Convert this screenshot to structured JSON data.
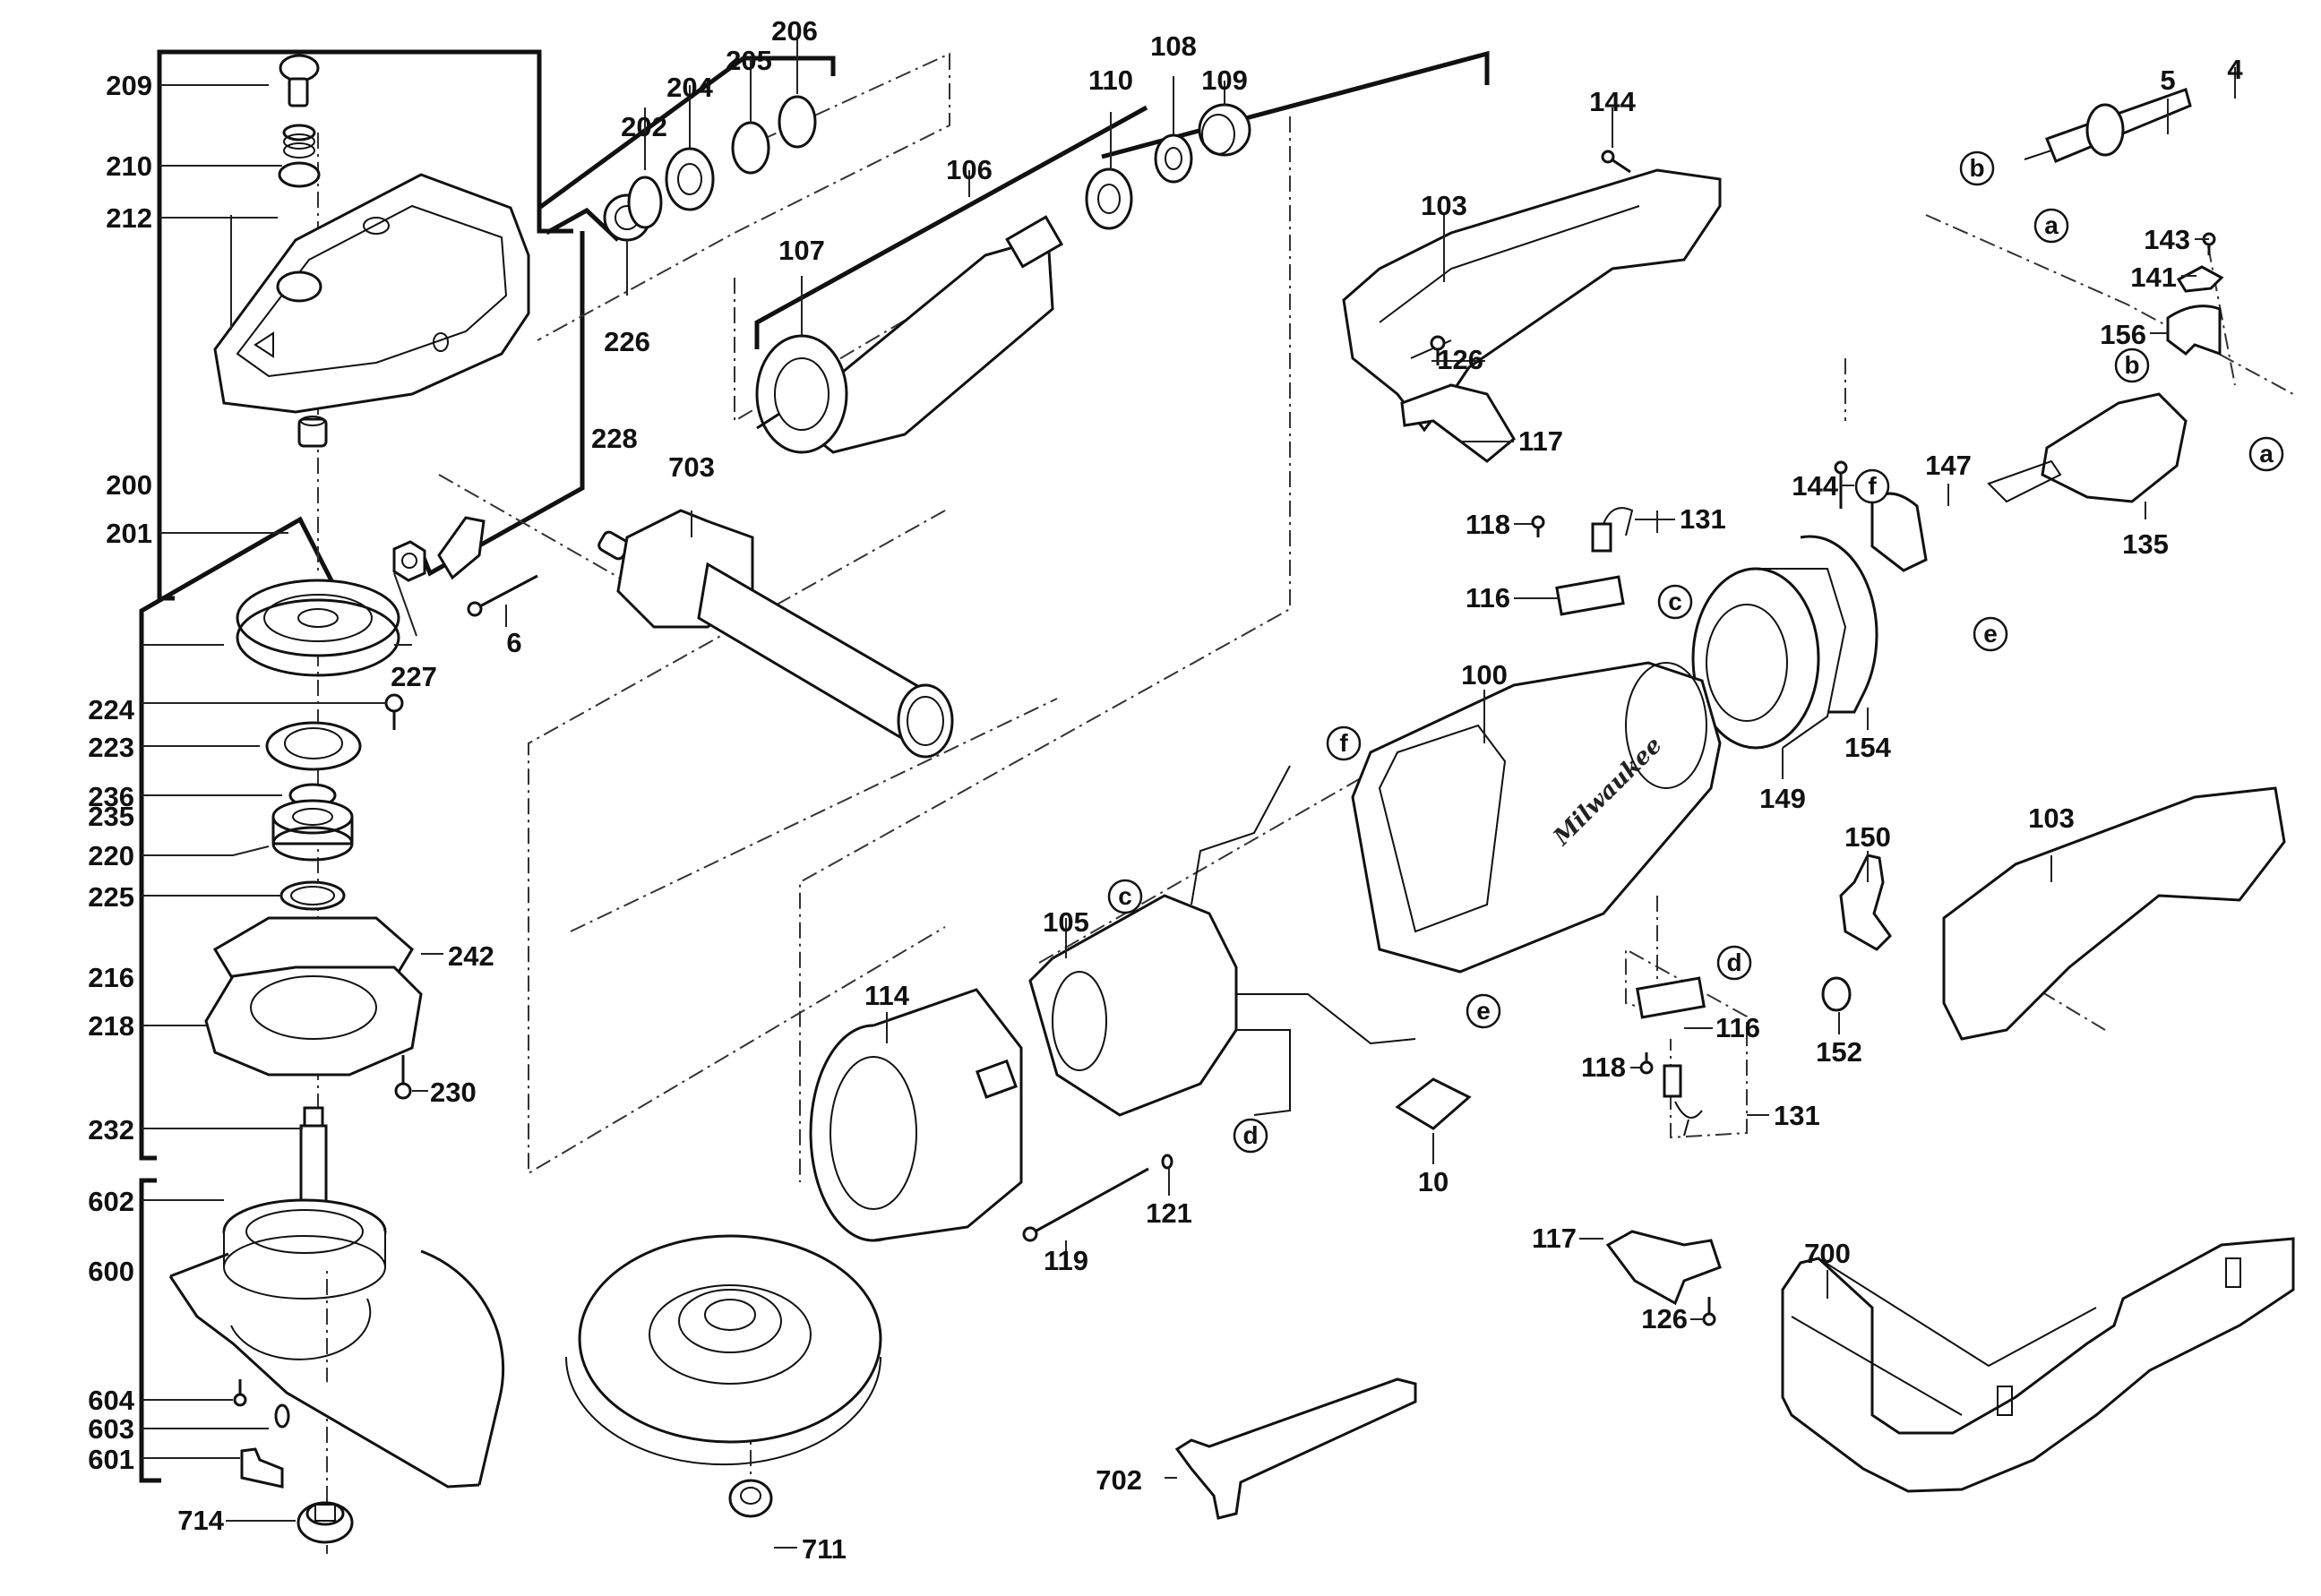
{
  "document": {
    "type": "exploded parts diagram",
    "subject": "angle grinder",
    "brand_mark": "Milwaukee"
  },
  "labels": [
    {
      "id": "209",
      "text": "209"
    },
    {
      "id": "210",
      "text": "210"
    },
    {
      "id": "212",
      "text": "212"
    },
    {
      "id": "200",
      "text": "200"
    },
    {
      "id": "201",
      "text": "201"
    },
    {
      "id": "202",
      "text": "202"
    },
    {
      "id": "204",
      "text": "204"
    },
    {
      "id": "205",
      "text": "205"
    },
    {
      "id": "206",
      "text": "206"
    },
    {
      "id": "226",
      "text": "226"
    },
    {
      "id": "228",
      "text": "228"
    },
    {
      "id": "227",
      "text": "227"
    },
    {
      "id": "6",
      "text": "6"
    },
    {
      "id": "224",
      "text": "224"
    },
    {
      "id": "223",
      "text": "223"
    },
    {
      "id": "236",
      "text": "236"
    },
    {
      "id": "235",
      "text": "235"
    },
    {
      "id": "220",
      "text": "220"
    },
    {
      "id": "225",
      "text": "225"
    },
    {
      "id": "242",
      "text": "242"
    },
    {
      "id": "216",
      "text": "216"
    },
    {
      "id": "218",
      "text": "218"
    },
    {
      "id": "230",
      "text": "230"
    },
    {
      "id": "232",
      "text": "232"
    },
    {
      "id": "602",
      "text": "602"
    },
    {
      "id": "600",
      "text": "600"
    },
    {
      "id": "604",
      "text": "604"
    },
    {
      "id": "603",
      "text": "603"
    },
    {
      "id": "601",
      "text": "601"
    },
    {
      "id": "714",
      "text": "714"
    },
    {
      "id": "711",
      "text": "711"
    },
    {
      "id": "703",
      "text": "703"
    },
    {
      "id": "106",
      "text": "106"
    },
    {
      "id": "107",
      "text": "107"
    },
    {
      "id": "110",
      "text": "110"
    },
    {
      "id": "108",
      "text": "108"
    },
    {
      "id": "109",
      "text": "109"
    },
    {
      "id": "144a",
      "text": "144"
    },
    {
      "id": "103a",
      "text": "103"
    },
    {
      "id": "126a",
      "text": "126"
    },
    {
      "id": "117a",
      "text": "117"
    },
    {
      "id": "118a",
      "text": "118"
    },
    {
      "id": "131a",
      "text": "131"
    },
    {
      "id": "116a",
      "text": "116"
    },
    {
      "id": "144b",
      "text": "144"
    },
    {
      "id": "147",
      "text": "147"
    },
    {
      "id": "135",
      "text": "135"
    },
    {
      "id": "5",
      "text": "5"
    },
    {
      "id": "4",
      "text": "4"
    },
    {
      "id": "143",
      "text": "143"
    },
    {
      "id": "141",
      "text": "141"
    },
    {
      "id": "156",
      "text": "156"
    },
    {
      "id": "100",
      "text": "100"
    },
    {
      "id": "149",
      "text": "149"
    },
    {
      "id": "154",
      "text": "154"
    },
    {
      "id": "150",
      "text": "150"
    },
    {
      "id": "103b",
      "text": "103"
    },
    {
      "id": "152",
      "text": "152"
    },
    {
      "id": "116b",
      "text": "116"
    },
    {
      "id": "118b",
      "text": "118"
    },
    {
      "id": "131b",
      "text": "131"
    },
    {
      "id": "10",
      "text": "10"
    },
    {
      "id": "105",
      "text": "105"
    },
    {
      "id": "114",
      "text": "114"
    },
    {
      "id": "119",
      "text": "119"
    },
    {
      "id": "121",
      "text": "121"
    },
    {
      "id": "117b",
      "text": "117"
    },
    {
      "id": "126b",
      "text": "126"
    },
    {
      "id": "700",
      "text": "700"
    },
    {
      "id": "702",
      "text": "702"
    }
  ],
  "connectors": [
    {
      "id": "b1",
      "text": "b"
    },
    {
      "id": "a1",
      "text": "a"
    },
    {
      "id": "b2",
      "text": "b"
    },
    {
      "id": "a2",
      "text": "a"
    },
    {
      "id": "f1",
      "text": "f"
    },
    {
      "id": "c1",
      "text": "c"
    },
    {
      "id": "e1",
      "text": "e"
    },
    {
      "id": "f2",
      "text": "f"
    },
    {
      "id": "c2",
      "text": "c"
    },
    {
      "id": "e2",
      "text": "e"
    },
    {
      "id": "d1",
      "text": "d"
    },
    {
      "id": "d2",
      "text": "d"
    }
  ]
}
